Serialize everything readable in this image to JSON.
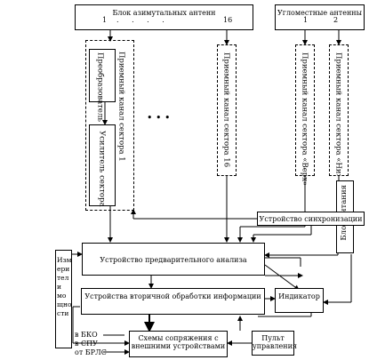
{
  "azimuth_block": {
    "title": "Блок азимутальных антенн",
    "first": "1",
    "dots": ". . . .",
    "last": "16"
  },
  "elevation_block": {
    "title": "Угломестные антенны",
    "first": "1",
    "second": "2"
  },
  "channel1": {
    "title": "Приемный канал сектора 1",
    "converter": "Преобразователь ВЧ сектора",
    "amplifier": "Усилитель сектора"
  },
  "ellipsis": "•     •     •",
  "channel16": {
    "title": "Приемный канал сектора 16"
  },
  "channel_top": {
    "title": "Приемный канал сектора «Верх»"
  },
  "channel_bottom": {
    "title": "Приемный канал сектора «Низ»"
  },
  "power_block": {
    "text": "Блок питания"
  },
  "sync": {
    "label": "Устройство синхронизации"
  },
  "preanalysis": {
    "label": "Устройство предварительного анализа"
  },
  "measure": {
    "lines": [
      "Изм",
      "ери",
      "тел",
      "и",
      "мо",
      "щно",
      "сти"
    ]
  },
  "secondary": {
    "label": "Устройства вторичной обработки информации"
  },
  "indicator": {
    "label": "Индикатор"
  },
  "interface": {
    "line1": "Схемы сопряжения с",
    "line2": "внешними устройствами"
  },
  "console": {
    "line1": "Пульт",
    "line2": "управления"
  },
  "external": {
    "bko": "в БКО",
    "spu": "в СПУ",
    "brls": "от БРЛС"
  }
}
